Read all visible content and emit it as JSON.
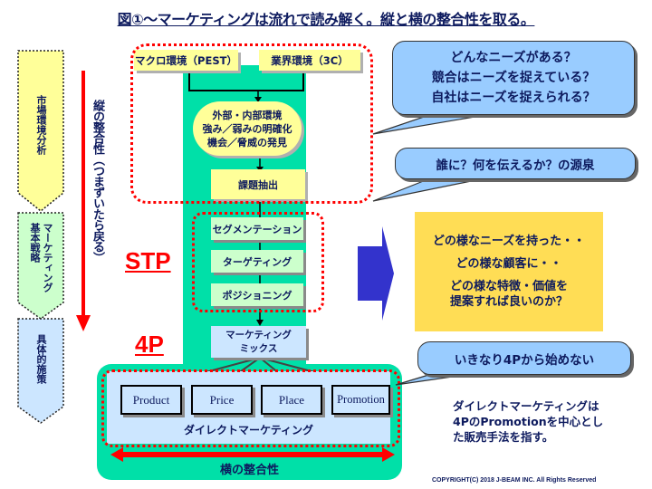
{
  "title": "図①～マーケティングは流れで読み解く。縦と横の整合性を取る。",
  "stages": [
    {
      "columns": [
        "市場環境分析"
      ],
      "color": "#ffff99"
    },
    {
      "columns": [
        "マーケティング",
        "基本戦略"
      ],
      "color": "#ccffcc"
    },
    {
      "columns": [
        "具体的施策"
      ],
      "color": "#cce6ff"
    }
  ],
  "vertical_consistency": "縦の整合性（つまずいたら戻る）",
  "stp_label": "STP",
  "fourp_label": "4P",
  "environment_boxes": {
    "macro": "マクロ環境（PEST）",
    "industry": "業界環境（3C）"
  },
  "analysis_oval": {
    "line1": "外部・内部環境",
    "line2": "強み／弱みの明確化",
    "line3": "機会／脅威の発見"
  },
  "issue_extraction": "課題抽出",
  "stp_steps": [
    "セグメンテーション",
    "ターゲティング",
    "ポジショニング"
  ],
  "marketing_mix": {
    "line1": "マーケティング",
    "line2": "ミックス"
  },
  "four_p": [
    "Product",
    "Price",
    "Place",
    "Promotion"
  ],
  "direct_marketing": "ダイレクトマーケティング",
  "horizontal_consistency": "横の整合性",
  "bubbles": {
    "needs": [
      "どんなニーズがある？",
      "競合はニーズを捉えている？",
      "自社はニーズを捉えられる？"
    ],
    "source": "誰に？何を伝えるか？の源泉",
    "not_4p": "いきなり4Pから始めない"
  },
  "summary_panel": {
    "line1": "どの様なニーズを持った・・",
    "line2": "どの様な顧客に・・",
    "line3a": "どの様な特徴・価値を",
    "line3b": "提案すれば良いのか？"
  },
  "note": {
    "line1": "ダイレクトマーケティングは",
    "line2": "4PのPromotionを中心とし",
    "line3": "た販売手法を指す。"
  },
  "copyright": "COPYRIGHT(C) 2018  J-BEAM  INC. All Rights Reserved",
  "colors": {
    "accent_red": "#ff0000",
    "teal": "#00e0a8",
    "navy_text": "#0d1a5e",
    "arrow_blue": "#3333cc",
    "bubble_blue": "#99ccff",
    "panel_yellow": "#ffdd55"
  }
}
